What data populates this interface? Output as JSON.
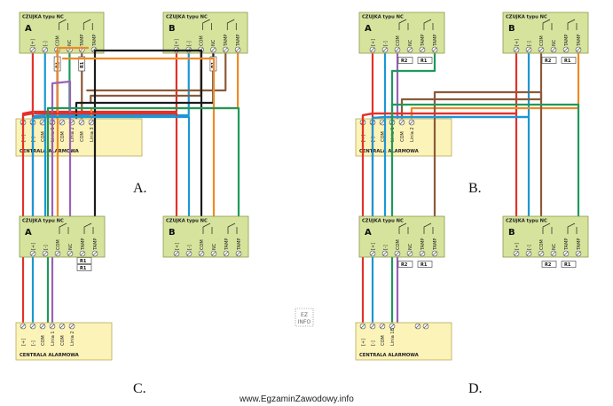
{
  "detector_title": "CZUJKA typu NC",
  "panel_title": "CENTRALA ALARMOWA",
  "colors": {
    "red": "#e2312b",
    "blue": "#1c97d4",
    "purple": "#9a62b8",
    "green": "#1d9a5a",
    "brown": "#8c5a3a",
    "black": "#1b1b1b",
    "orange": "#f08a24",
    "box": "#d6e39d",
    "panel": "#fbf3b8"
  },
  "diagrams": {
    "A": {
      "caption": "A.",
      "det1": {
        "letter": "A",
        "pins": [
          "[+]",
          "[-]",
          "COM",
          "NC",
          "TAMP",
          "TAMP"
        ]
      },
      "det2": {
        "letter": "B",
        "pins": [
          "[+]",
          "[-]",
          "COM",
          "NC",
          "TAMP",
          "TAMP"
        ]
      },
      "panel_pins": [
        "[+]",
        "[-]",
        "COM",
        "Linia 1",
        "COM",
        "Linia 2",
        "COM",
        "Linia 3"
      ],
      "resistors": [
        "R1",
        "R1",
        "R1"
      ]
    },
    "B": {
      "caption": "B.",
      "det1": {
        "letter": "A",
        "pins": [
          "[+]",
          "[-]",
          "COM",
          "NC",
          "TAMP",
          "TAMP"
        ]
      },
      "det2": {
        "letter": "B",
        "pins": [
          "[+]",
          "[-]",
          "COM",
          "NC",
          "TAMP",
          "TAMP"
        ]
      },
      "panel_pins": [
        "[+]",
        "[-]",
        "COM",
        "Linia 1",
        "COM",
        "Linia 2"
      ],
      "resistors": [
        "R2",
        "R1",
        "R2",
        "R1"
      ]
    },
    "C": {
      "caption": "C.",
      "det1": {
        "letter": "A",
        "pins": [
          "[+]",
          "[-]",
          "COM",
          "NC",
          "TAMP",
          "TAMP"
        ]
      },
      "det2": {
        "letter": "B",
        "pins": [
          "[+]",
          "[-]",
          "COM",
          "NC",
          "TAMP",
          "TAMP"
        ]
      },
      "panel_pins": [
        "[+]",
        "[-]",
        "COM",
        "Linia 1",
        "COM",
        "Linia 2"
      ],
      "resistors": [
        "R1",
        "R1"
      ]
    },
    "D": {
      "caption": "D.",
      "det1": {
        "letter": "A",
        "pins": [
          "[+]",
          "[-]",
          "COM",
          "NC",
          "TAMP",
          "TAMP"
        ]
      },
      "det2": {
        "letter": "B",
        "pins": [
          "[+]",
          "[-]",
          "COM",
          "NC",
          "TAMP",
          "TAMP"
        ]
      },
      "panel_pins": [
        "[+]",
        "[-]",
        "COM",
        "Linia 1B"
      ],
      "resistors": [
        "R2",
        "R1",
        "R2",
        "R1"
      ]
    }
  },
  "watermark": "EZ INFO",
  "footer": "www.EgzaminZawodowy.info"
}
